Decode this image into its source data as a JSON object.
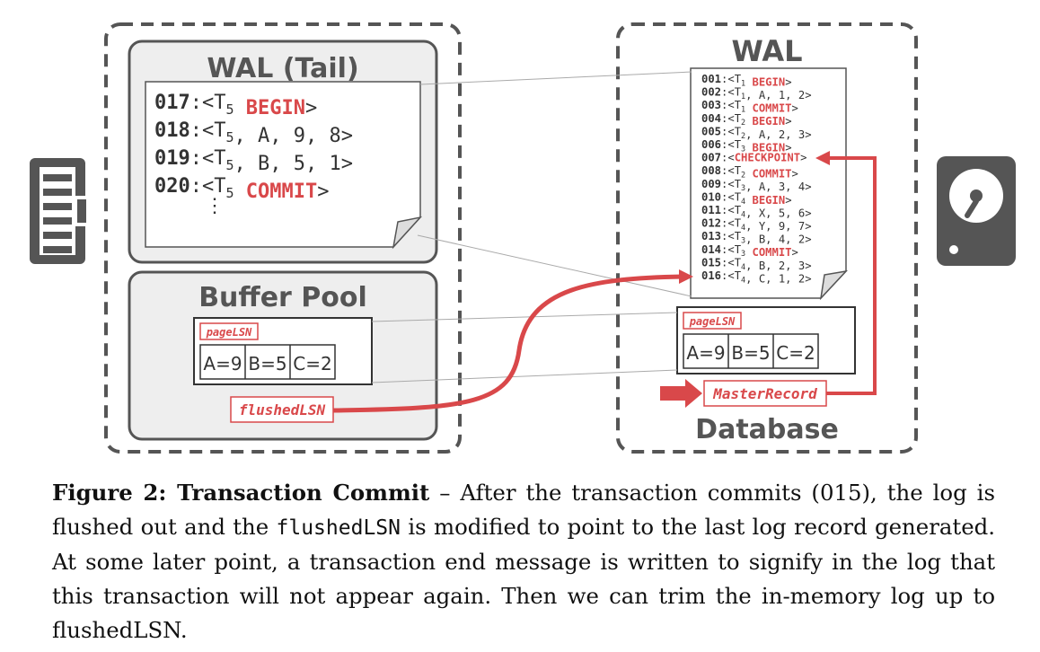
{
  "memory": {
    "icon": "ram-chip-icon",
    "wal_tail": {
      "title": "WAL (Tail)",
      "records": [
        {
          "lsn": "017",
          "prefix": ":<T",
          "sub": "5",
          "rest": " ",
          "keyword": "BEGIN",
          "suffix": ">"
        },
        {
          "lsn": "018",
          "prefix": ":<T",
          "sub": "5",
          "rest": ", A, 9, 8>",
          "keyword": "",
          "suffix": ""
        },
        {
          "lsn": "019",
          "prefix": ":<T",
          "sub": "5",
          "rest": ", B, 5, 1>",
          "keyword": "",
          "suffix": ""
        },
        {
          "lsn": "020",
          "prefix": ":<T",
          "sub": "5",
          "rest": " ",
          "keyword": "COMMIT",
          "suffix": ">"
        }
      ],
      "ellipsis": "⋮"
    },
    "buffer_pool": {
      "title": "Buffer Pool",
      "page_lsn_label": "pageLSN",
      "cells": [
        "A=9",
        "B=5",
        "C=2"
      ],
      "flushed_lsn_label": "flushedLSN"
    }
  },
  "disk": {
    "icon": "hard-disk-icon",
    "wal": {
      "title": "WAL",
      "records": [
        {
          "lsn": "001",
          "prefix": ":<T",
          "sub": "1",
          "rest": " ",
          "keyword": "BEGIN",
          "suffix": ">"
        },
        {
          "lsn": "002",
          "prefix": ":<T",
          "sub": "1",
          "rest": ", A, 1, 2>",
          "keyword": "",
          "suffix": ""
        },
        {
          "lsn": "003",
          "prefix": ":<T",
          "sub": "1",
          "rest": " ",
          "keyword": "COMMIT",
          "suffix": ">"
        },
        {
          "lsn": "004",
          "prefix": ":<T",
          "sub": "2",
          "rest": " ",
          "keyword": "BEGIN",
          "suffix": ">"
        },
        {
          "lsn": "005",
          "prefix": ":<T",
          "sub": "2",
          "rest": ", A, 2, 3>",
          "keyword": "",
          "suffix": ""
        },
        {
          "lsn": "006",
          "prefix": ":<T",
          "sub": "3",
          "rest": " ",
          "keyword": "BEGIN",
          "suffix": ">"
        },
        {
          "lsn": "007",
          "prefix": ":<",
          "sub": "",
          "rest": "",
          "keyword": "CHECKPOINT",
          "suffix": ">"
        },
        {
          "lsn": "008",
          "prefix": ":<T",
          "sub": "2",
          "rest": " ",
          "keyword": "COMMIT",
          "suffix": ">"
        },
        {
          "lsn": "009",
          "prefix": ":<T",
          "sub": "3",
          "rest": ", A, 3, 4>",
          "keyword": "",
          "suffix": ""
        },
        {
          "lsn": "010",
          "prefix": ":<T",
          "sub": "4",
          "rest": " ",
          "keyword": "BEGIN",
          "suffix": ">"
        },
        {
          "lsn": "011",
          "prefix": ":<T",
          "sub": "4",
          "rest": ", X, 5, 6>",
          "keyword": "",
          "suffix": ""
        },
        {
          "lsn": "012",
          "prefix": ":<T",
          "sub": "4",
          "rest": ", Y, 9, 7>",
          "keyword": "",
          "suffix": ""
        },
        {
          "lsn": "013",
          "prefix": ":<T",
          "sub": "3",
          "rest": ", B, 4, 2>",
          "keyword": "",
          "suffix": ""
        },
        {
          "lsn": "014",
          "prefix": ":<T",
          "sub": "3",
          "rest": " ",
          "keyword": "COMMIT",
          "suffix": ">"
        },
        {
          "lsn": "015",
          "prefix": ":<T",
          "sub": "4",
          "rest": ", B, 2, 3>",
          "keyword": "",
          "suffix": ""
        },
        {
          "lsn": "016",
          "prefix": ":<T",
          "sub": "4",
          "rest": ", C, 1, 2>",
          "keyword": "",
          "suffix": ""
        }
      ]
    },
    "database": {
      "title": "Database",
      "page_lsn_label": "pageLSN",
      "cells": [
        "A=9",
        "B=5",
        "C=2"
      ],
      "master_record_label": "MasterRecord"
    }
  },
  "caption": {
    "label": "Figure 2: Transaction Commit",
    "part1": " – After the transaction commits (015), the log is flushed out and the ",
    "code": "flushedLSN",
    "part2": " is modified to point to the last log record generated. At some later point, a transaction end message is written to signify in the log that this transaction will not appear again. Then we can trim the in-memory log up to flushedLSN."
  },
  "colors": {
    "accent_red": "#d9484a",
    "dark_gray": "#555555",
    "dashed_border": "#555555",
    "panel_fill": "#eeeeee",
    "text_dark": "#333333"
  }
}
